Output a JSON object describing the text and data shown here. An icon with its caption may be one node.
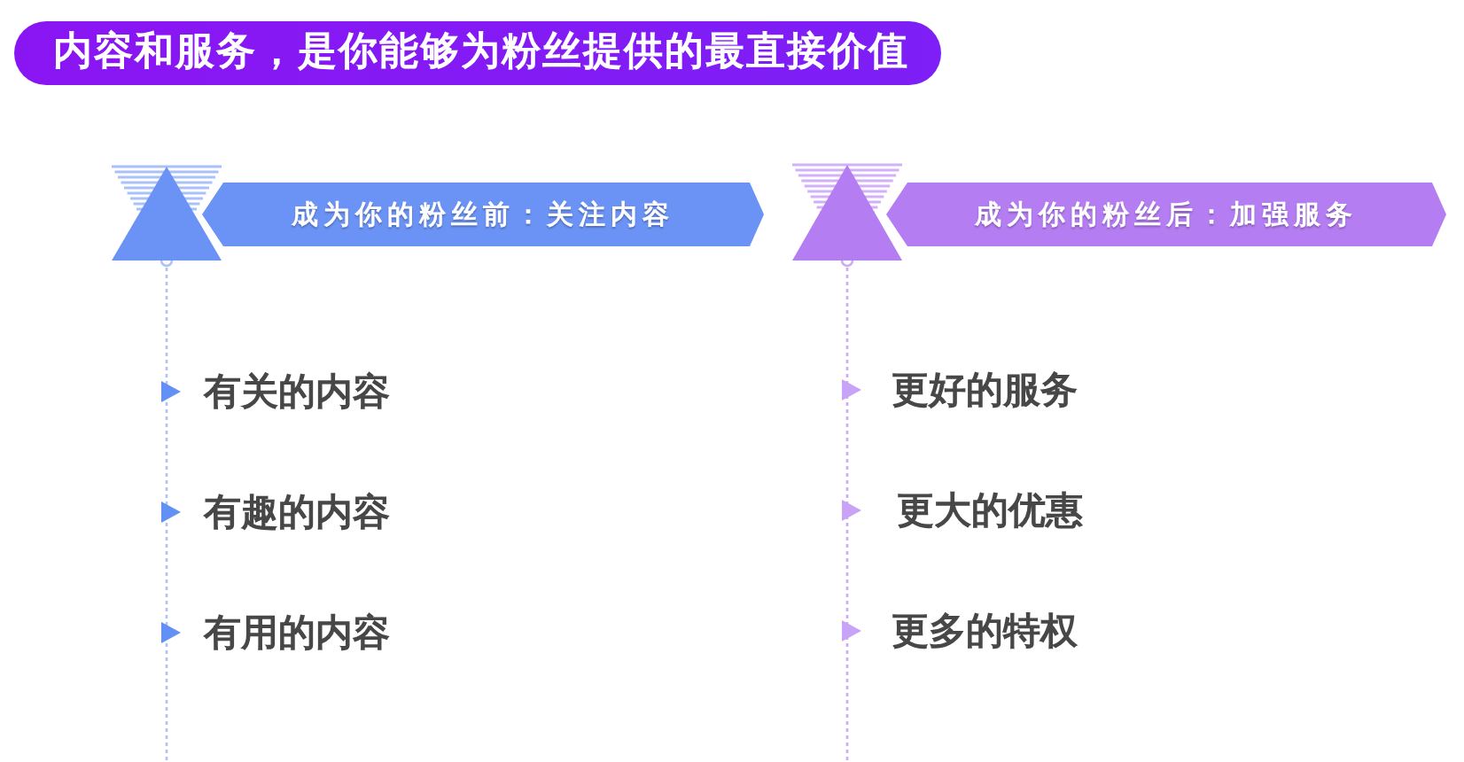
{
  "diagram": {
    "title": "内容和服务，是你能够为粉丝提供的最直接价值",
    "nodes": [
      {
        "text": [
          "成为你的粉丝前：关注内容"
        ]
      },
      {
        "text": [
          "成为你的粉丝后：加强服务"
        ]
      }
    ],
    "labels": [
      "有关的内容",
      "有趣的内容",
      "有用的内容",
      "更好的服务",
      "更大的优惠",
      "更多的特权"
    ]
  }
}
